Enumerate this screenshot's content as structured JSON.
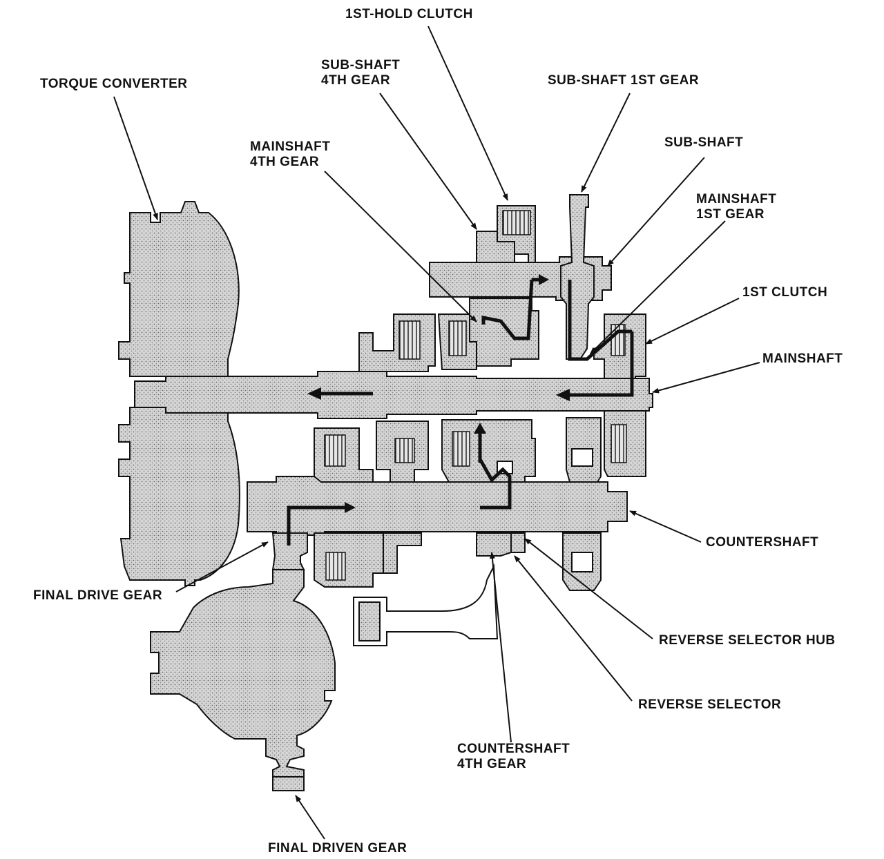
{
  "labels": {
    "first_hold_clutch": "1ST-HOLD CLUTCH",
    "torque_converter": "TORQUE CONVERTER",
    "subshaft_4th_gear": [
      "SUB-SHAFT",
      "4TH GEAR"
    ],
    "subshaft_1st_gear": "SUB-SHAFT 1ST GEAR",
    "mainshaft_4th_gear": [
      "MAINSHAFT",
      "4TH GEAR"
    ],
    "subshaft": "SUB-SHAFT",
    "mainshaft_1st_gear": [
      "MAINSHAFT",
      "1ST GEAR"
    ],
    "first_clutch": "1ST CLUTCH",
    "mainshaft": "MAINSHAFT",
    "countershaft": "COUNTERSHAFT",
    "final_drive_gear": "FINAL DRIVE GEAR",
    "reverse_selector_hub": "REVERSE SELECTOR HUB",
    "reverse_selector": "REVERSE SELECTOR",
    "countershaft_4th_gear": [
      "COUNTERSHAFT",
      "4TH GEAR"
    ],
    "final_driven_gear": "FINAL DRIVEN GEAR"
  }
}
